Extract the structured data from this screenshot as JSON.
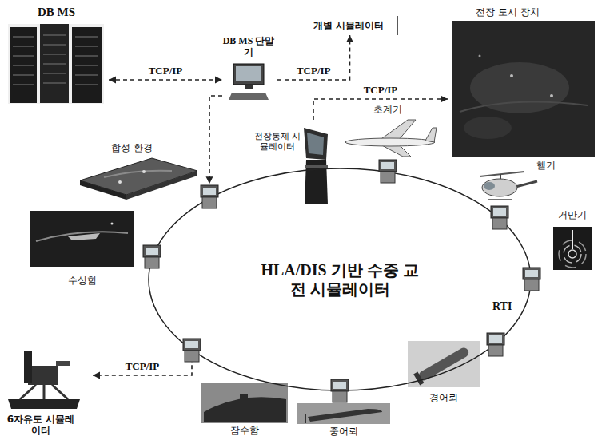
{
  "diagram": {
    "nodes": [
      {
        "text": [
          "DB MS"
        ]
      },
      {
        "text": [
          "DB MS 단말기"
        ]
      },
      {
        "text": [
          "개별 시뮬레이터"
        ]
      },
      {
        "text": [
          "전장 도시 장치"
        ]
      },
      {
        "text": [
          "합성 환경"
        ]
      },
      {
        "text": [
          "전장통제 시뮬레이터"
        ]
      },
      {
        "text": [
          "초계기"
        ]
      },
      {
        "text": [
          "헬기"
        ]
      },
      {
        "text": [
          "거만기"
        ]
      },
      {
        "text": [
          "HLA/DIS 기반 수중 교전 시뮬레이터"
        ]
      },
      {
        "text": [
          "수상함"
        ]
      },
      {
        "text": [
          "잠수함"
        ]
      },
      {
        "text": [
          "중어뢰"
        ]
      },
      {
        "text": [
          "경어뢰"
        ]
      },
      {
        "text": [
          "6자유도 시뮬레이터"
        ]
      }
    ],
    "edges": [
      {
        "from": 0,
        "to": 1,
        "label": "TCP/IP",
        "arrow": "both"
      },
      {
        "from": 1,
        "to": 2,
        "label": "TCP/IP",
        "arrow": "to"
      },
      {
        "from": 1,
        "to": 9,
        "arrow": "to"
      },
      {
        "from": 5,
        "to": 3,
        "label": "TCP/IP",
        "arrow": "to"
      },
      {
        "from": 9,
        "to": 14,
        "label": "TCP/IP",
        "arrow": "to"
      }
    ],
    "labels": [
      "RTI"
    ]
  }
}
